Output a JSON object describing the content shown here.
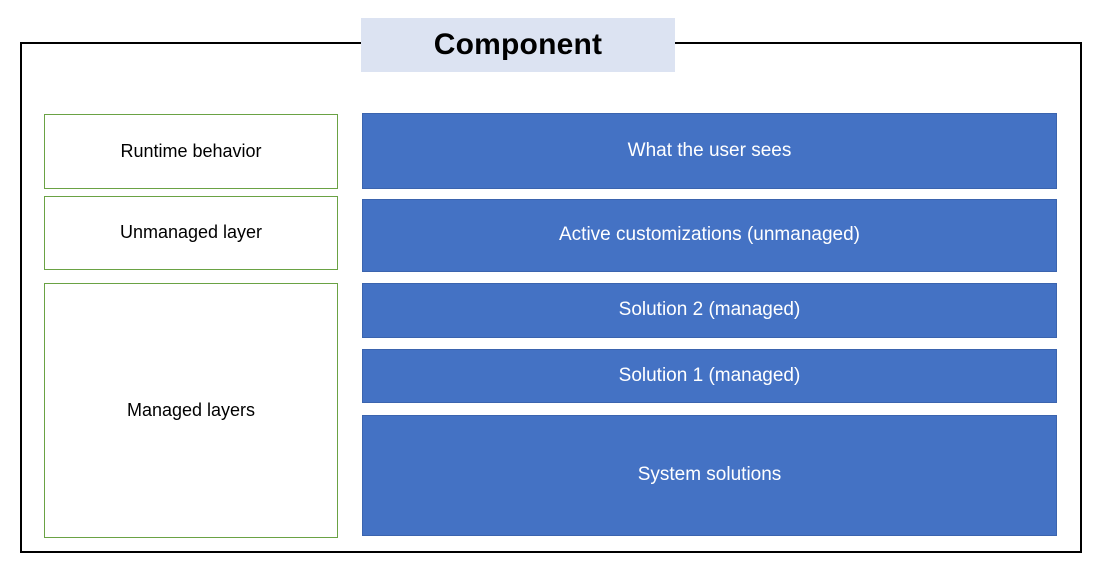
{
  "diagram": {
    "title": "Component",
    "title_background": "#DCE3F2",
    "frame_border_color": "#000000",
    "left_column": {
      "border_color": "#6AA244",
      "text_color": "#000000",
      "boxes": [
        {
          "label": "Runtime behavior"
        },
        {
          "label": "Unmanaged layer"
        },
        {
          "label": "Managed layers"
        }
      ]
    },
    "right_column": {
      "fill_color": "#4472C4",
      "text_color": "#FFFFFF",
      "bars": [
        {
          "label": "What the user sees"
        },
        {
          "label": "Active customizations (unmanaged)"
        },
        {
          "label": "Solution 2 (managed)"
        },
        {
          "label": "Solution 1 (managed)"
        },
        {
          "label": "System solutions"
        }
      ]
    }
  }
}
